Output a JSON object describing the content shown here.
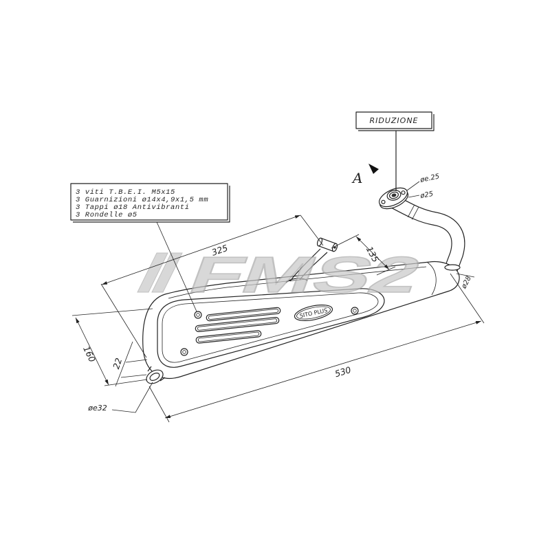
{
  "drawing": {
    "watermark": "FMS2",
    "brand_badge": "SITO PLUS",
    "reduction_label": "RIDUZIONE",
    "view_label": "A"
  },
  "parts_list": {
    "items": [
      "3 viti T.B.E.I. M5x15",
      "3 Guarnizioni ø14x4,9x1,5 mm",
      "3 Tappi ø18 Antivibranti",
      "3 Rondelle ø5"
    ]
  },
  "dimensions": {
    "overall_length": "530",
    "bracket_distance": "325",
    "bracket_offset": "135",
    "height": "160",
    "outlet_offset": "22",
    "outlet_diameter": "øe32",
    "pipe_diameter": "ø28",
    "inlet_outer_diameter": "øe.25",
    "inlet_inner_diameter": "ø25"
  },
  "colors": {
    "line": "#222222",
    "watermark": "#c8c8c8",
    "background": "#ffffff"
  }
}
